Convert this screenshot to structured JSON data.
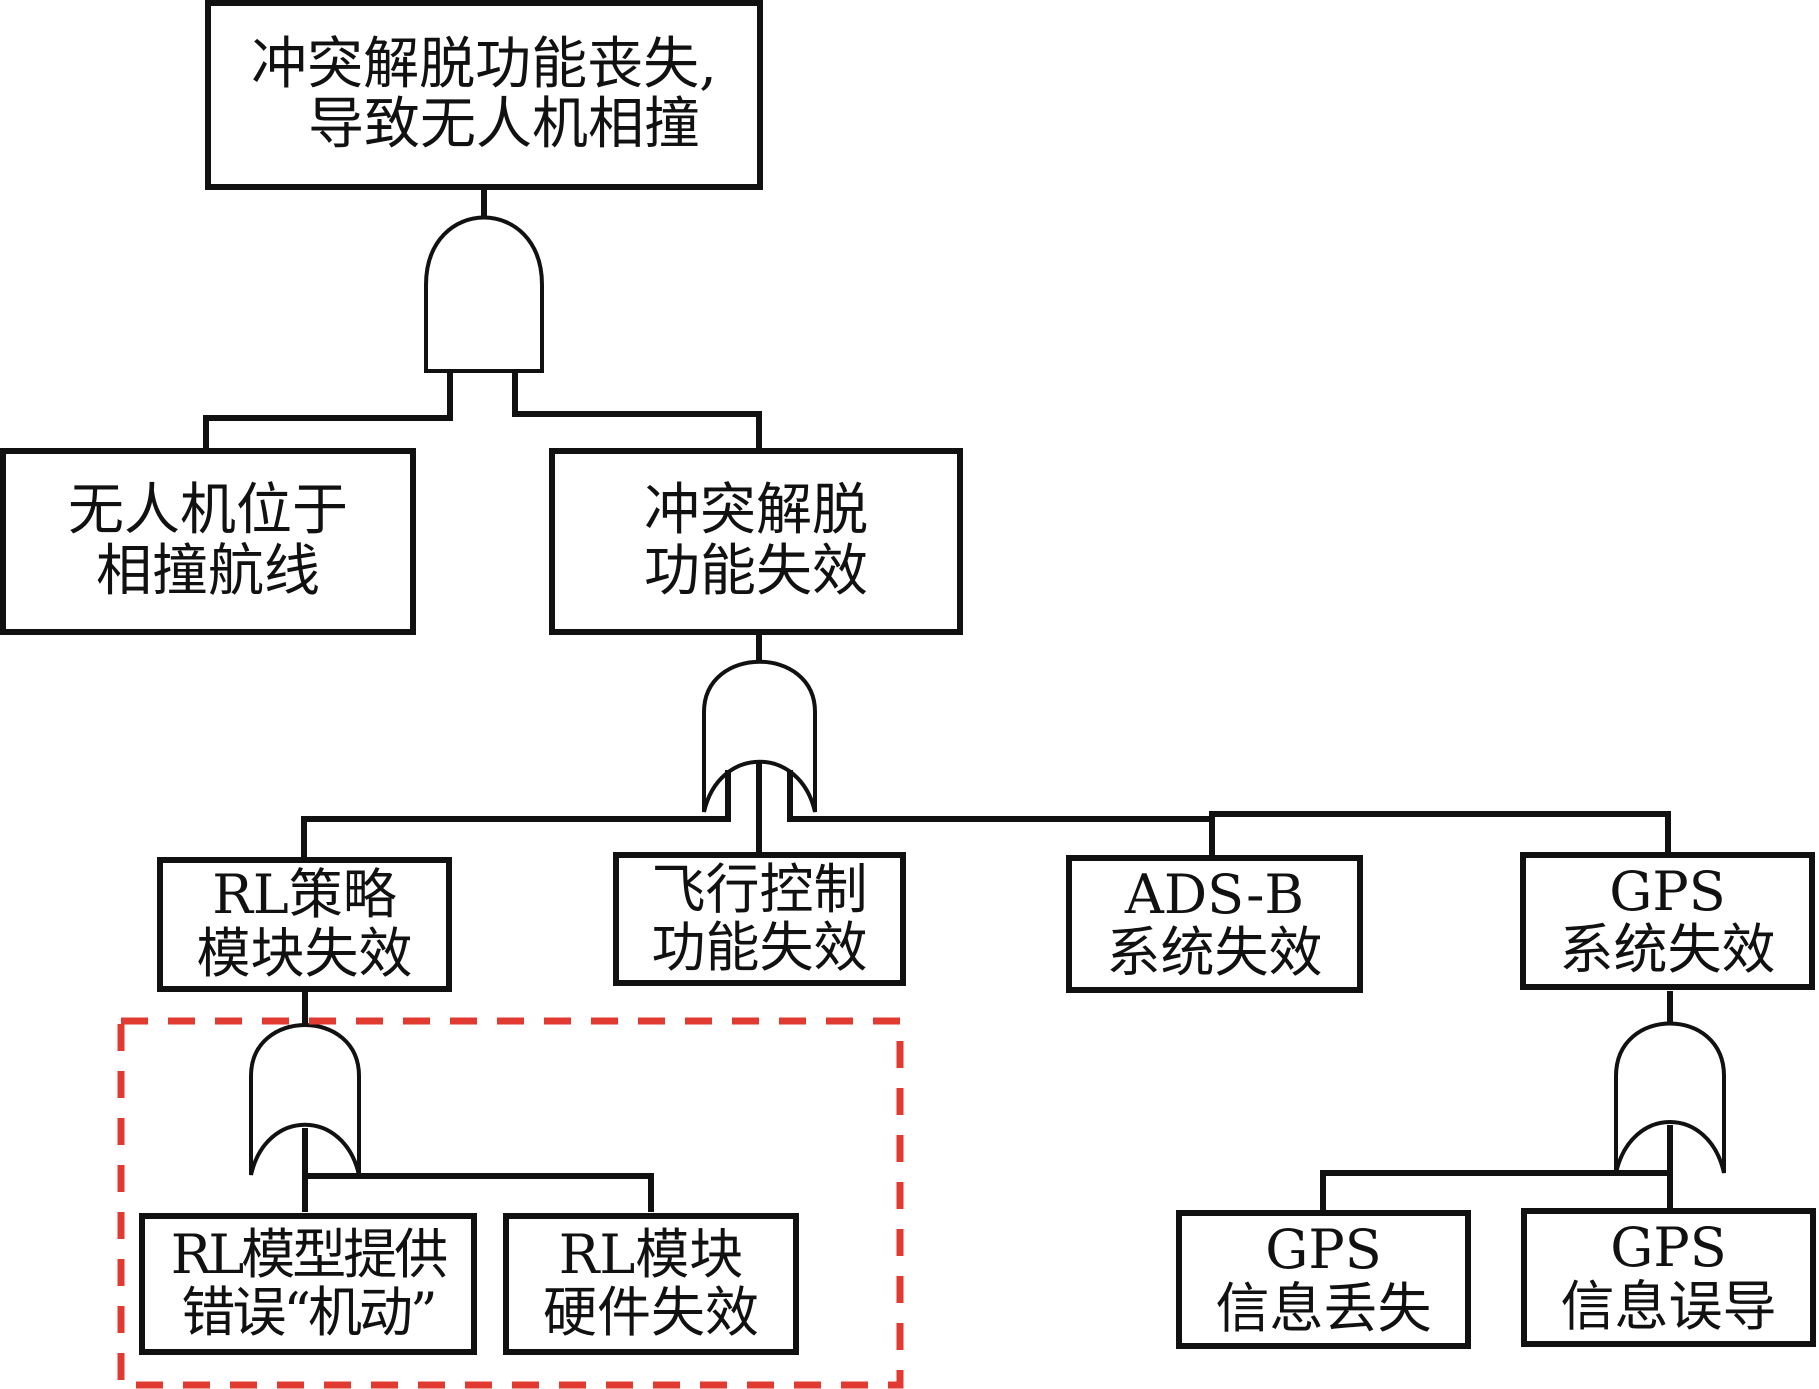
{
  "diagram": {
    "type": "fault-tree",
    "colors": {
      "line": "#111111",
      "highlight_box": "#e03a31",
      "background": "#ffffff"
    },
    "top_event": {
      "id": "top",
      "lines": [
        "冲突解脱功能丧失,",
        "导致无人机相撞"
      ]
    },
    "gates": [
      {
        "id": "g-and-top",
        "type": "AND",
        "parent": "top",
        "children": [
          "uav-on-collision-route",
          "cr-function-failure"
        ]
      },
      {
        "id": "g-or-cr",
        "type": "OR",
        "parent": "cr-function-failure",
        "children": [
          "rl-policy-failure",
          "flight-control-failure",
          "adsb-failure",
          "gps-failure"
        ]
      },
      {
        "id": "g-or-rl",
        "type": "OR",
        "parent": "rl-policy-failure",
        "children": [
          "rl-wrong-maneuver",
          "rl-hardware-failure"
        ]
      },
      {
        "id": "g-or-gps",
        "type": "OR",
        "parent": "gps-failure",
        "children": [
          "gps-info-lost",
          "gps-info-misleading"
        ]
      }
    ],
    "events": {
      "uav_on_collision_route": {
        "lines": [
          "无人机位于",
          "相撞航线"
        ]
      },
      "cr_function_failure": {
        "lines": [
          "冲突解脱",
          "功能失效"
        ]
      },
      "rl_policy_failure": {
        "lines": [
          "RL策略",
          "模块失效"
        ]
      },
      "flight_control_failure": {
        "lines": [
          "飞行控制",
          "功能失效"
        ]
      },
      "adsb_failure": {
        "lines": [
          "ADS-B",
          "系统失效"
        ]
      },
      "gps_failure": {
        "lines": [
          "GPS",
          "系统失效"
        ]
      },
      "rl_wrong_maneuver": {
        "lines": [
          "RL模型提供",
          "错误“机动”"
        ]
      },
      "rl_hardware_failure": {
        "lines": [
          "RL模块",
          "硬件失效"
        ]
      },
      "gps_info_lost": {
        "lines": [
          "GPS",
          "信息丢失"
        ]
      },
      "gps_info_misleading": {
        "lines": [
          "GPS",
          "信息误导"
        ]
      }
    },
    "highlight_region": {
      "style": "dashed",
      "encloses": [
        "g-or-rl",
        "rl-wrong-maneuver",
        "rl-hardware-failure"
      ]
    }
  }
}
